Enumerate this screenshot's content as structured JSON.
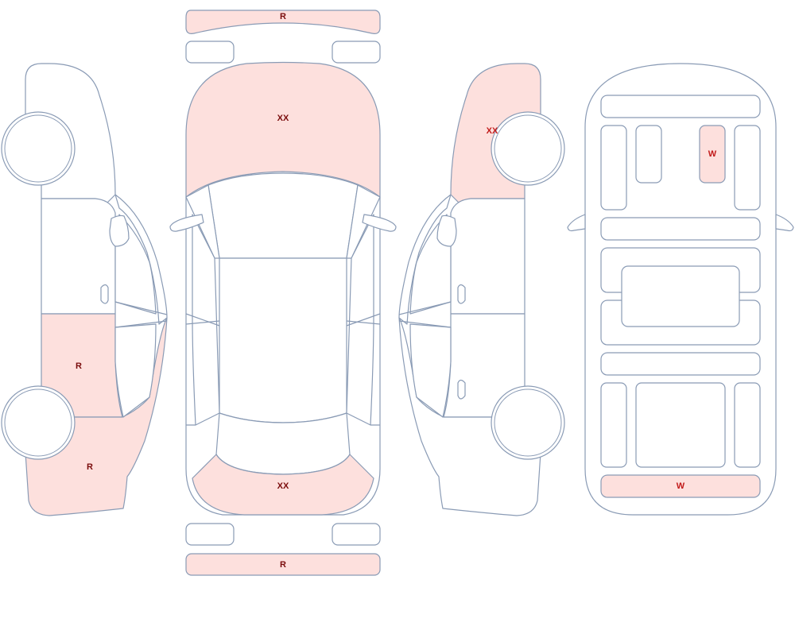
{
  "colors": {
    "outline": "#8a9bb5",
    "panel": "#ffffff",
    "damage_fill": "#fde0dd",
    "label_dark": "#7a0c0c",
    "label_bright": "#c21a1a"
  },
  "markers": {
    "front_bumper": "R",
    "hood": "XX",
    "rear_window": "XX",
    "rear_bumper": "R",
    "left_rear_door": "R",
    "left_rear_quarter": "R",
    "right_front_fender": "XX",
    "interior_seat": "W",
    "interior_trunk": "W"
  }
}
